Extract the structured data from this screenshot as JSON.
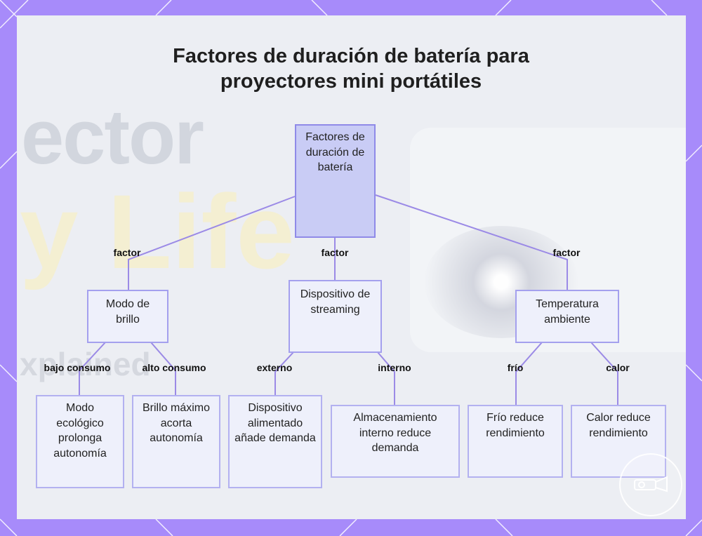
{
  "title_lines": [
    "Factores de duración de batería para",
    "proyectores mini portátiles"
  ],
  "background_ghost": {
    "line1": "ector",
    "line2": "y Life",
    "line3": "xplained"
  },
  "nodes": {
    "root": "Factores de duración de batería",
    "brightness": "Modo de brillo",
    "streaming": "Dispositivo de streaming",
    "temperature": "Temperatura ambiente",
    "eco": "Modo ecológico prolonga autonomía",
    "max_bright": "Brillo máximo acorta autonomía",
    "powered_device": "Dispositivo alimentado añade demanda",
    "internal_storage": "Almacenamiento interno reduce demanda",
    "cold": "Frío reduce rendimiento",
    "heat": "Calor reduce rendimiento"
  },
  "edge_labels": {
    "root_brightness": "factor",
    "root_streaming": "factor",
    "root_temperature": "factor",
    "brightness_eco": "bajo consumo",
    "brightness_max": "alto consumo",
    "streaming_external": "externo",
    "streaming_internal": "interno",
    "temperature_cold": "frío",
    "temperature_heat": "calor"
  },
  "colors": {
    "frame": "#a78bfa",
    "card": "#eceef3",
    "root_fill": "#c9ccf5",
    "node_fill": "#eef0fb",
    "node_border": "#b3b1f0",
    "connector": "#9b8ae6"
  },
  "logo_icon": "projector-icon"
}
